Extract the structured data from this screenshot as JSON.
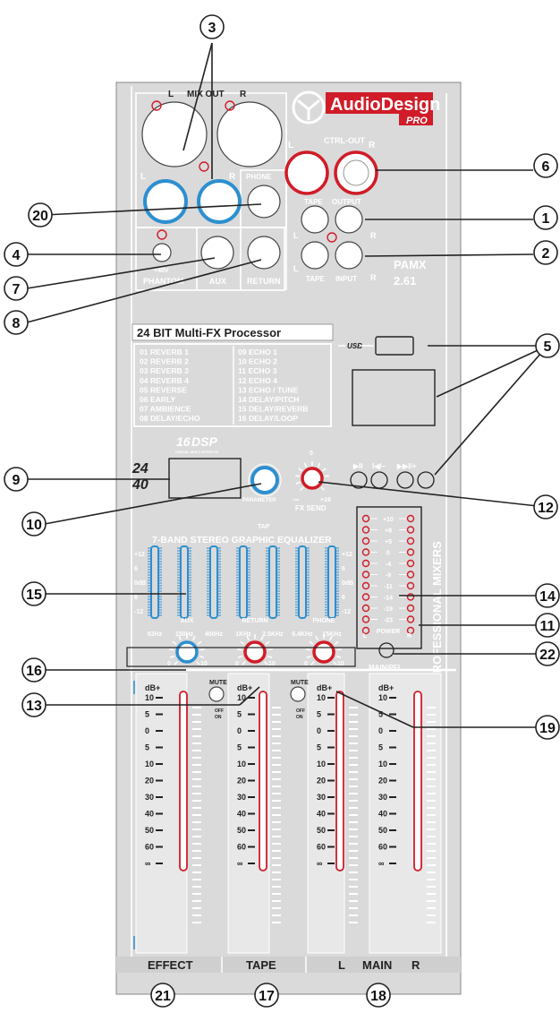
{
  "brand": {
    "name": "AudioDesign",
    "sub": "PRO",
    "model": "PAMX",
    "version": "2.61"
  },
  "labels": {
    "mix_out": "MIX OUT",
    "left": "L",
    "right": "R",
    "phone": "PHONE",
    "ctrl_out": "CTRL-OUT",
    "tape": "TAPE",
    "output": "OUTPUT",
    "input": "INPUT",
    "plus48v": "+48V",
    "phantom": "PHANTOM",
    "aux": "AUX",
    "return": "RETURN",
    "usb": "USB",
    "parameter": "PARAMETER",
    "fx_send": "FX SEND",
    "fx_min": "-∞",
    "fx_max": "+16",
    "fx_zero": "0",
    "tap": "TAP",
    "knob_min": "0",
    "knob_max": "10",
    "main_pfl": "MAIN/PFL",
    "power": "POWER",
    "pro_mixers": "PROFESSIONAL MIXERS",
    "mute": "MUTE",
    "mute_off": "OFF",
    "mute_on": "ON",
    "dsp_logo": "DSP",
    "dsp_sub": "DIGITAL MULTI EFFECTS",
    "bit24": "24",
    "khz40": "40"
  },
  "fx": {
    "title": "24 BIT Multi-FX Processor",
    "left": [
      "01 REVERB 1",
      "02 REVERB 2",
      "03 REVERB 3",
      "04 REVERB 4",
      "05 REVERSE",
      "06 EARLY",
      "07 AMBIENCE",
      "08 DELAY/ECHO"
    ],
    "right": [
      "09 ECHO 1",
      "10 ECHO 2",
      "11 ECHO 3",
      "12 ECHO 4",
      "13 ECHO / TUNE",
      "14 DELAY/PITCH",
      "15 DELAY/REVERB",
      "16 DELAY/LOOP"
    ]
  },
  "usb_buttons": [
    "▶II",
    "I◀/–",
    "▶▶I/+"
  ],
  "eq": {
    "title": "7-BAND STEREO GRAPHIC EQUALIZER",
    "scale": [
      "+12",
      "6",
      "0dB",
      "6",
      "-12"
    ],
    "bands": [
      "63Hz",
      "150Hz",
      "400Hz",
      "1KHz",
      "2.5KHz",
      "6.4KHz",
      "15KHz"
    ]
  },
  "meter_scale": [
    "+10",
    "+8",
    "+5",
    "0",
    "-4",
    "-9",
    "-11",
    "-14",
    "-19",
    "-23"
  ],
  "fader_scale": [
    "dB+",
    "10",
    "5",
    "0",
    "5",
    "10",
    "20",
    "30",
    "40",
    "50",
    "60",
    "∞"
  ],
  "sections": {
    "effect": "EFFECT",
    "tape": "TAPE",
    "main": "MAIN"
  },
  "callouts": [
    "3",
    "6",
    "20",
    "1",
    "4",
    "2",
    "7",
    "8",
    "5",
    "9",
    "12",
    "10",
    "15",
    "14",
    "11",
    "16",
    "22",
    "13",
    "19",
    "21",
    "17",
    "18"
  ],
  "colors": {
    "panel": "#dadada",
    "ink": "#1a1a1a",
    "red": "#d01c28",
    "blue": "#2c8fd0",
    "white": "#ffffff"
  }
}
